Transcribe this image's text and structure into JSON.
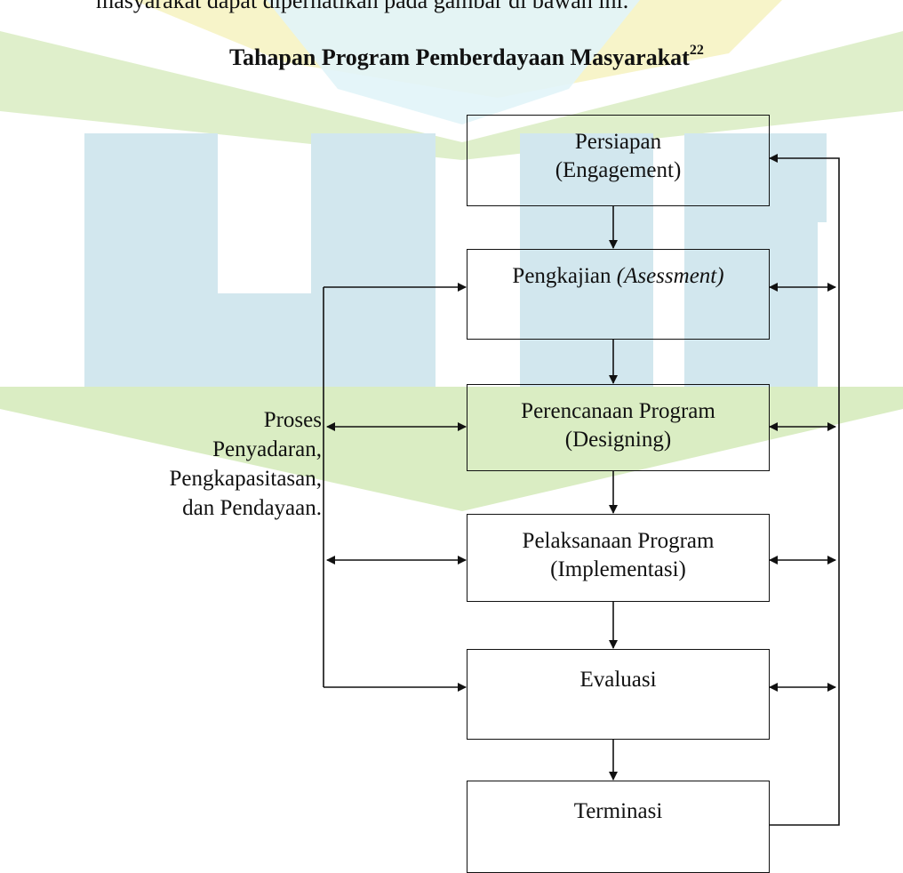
{
  "page": {
    "top_line": "masyarakat dapat diperhatikan pada gambar di bawah ini.",
    "title": "Tahapan Program Pemberdayaan Masyarakat",
    "title_footnote": "22"
  },
  "watermark": {
    "logo_name": "uin-logo-watermark",
    "colors": {
      "blue": "#dceef4",
      "green": "#cfe8b4",
      "yellow": "#f3f0b6"
    }
  },
  "diagram": {
    "stages": [
      {
        "line1": "Persiapan",
        "line2": "(Engagement)"
      },
      {
        "line1": "Pengkajian",
        "line1_italic": "(Asessment)",
        "line2": ""
      },
      {
        "line1": "Perencanaan Program",
        "line2": "(Designing)"
      },
      {
        "line1": "Pelaksanaan Program",
        "line2": "(Implementasi)"
      },
      {
        "line1": "Evaluasi",
        "line2": ""
      },
      {
        "line1": "Terminasi",
        "line2": ""
      }
    ],
    "side_label": [
      "Proses",
      "Penyadaran,",
      "Pengkapasitasan,",
      "dan Pendayaan."
    ],
    "line_color": "#111111"
  }
}
